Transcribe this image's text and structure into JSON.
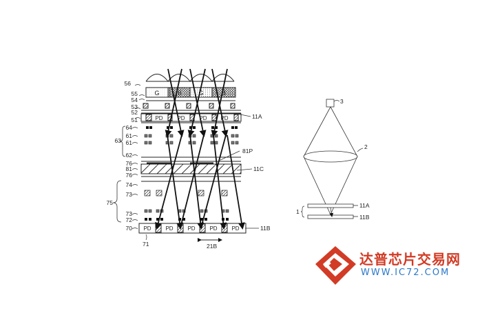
{
  "left_diagram": {
    "labels": {
      "l56": "56",
      "l55": "55",
      "l54": "54",
      "l53": "53",
      "l52": "52",
      "l51": "51",
      "l64": "64",
      "l61a": "61",
      "l61b": "61",
      "l63": "63",
      "l62": "62",
      "l76a": "76",
      "l81": "81",
      "l76b": "76",
      "l74": "74",
      "l73a": "73",
      "l75": "75",
      "l73b": "73",
      "l72": "72",
      "l70": "70",
      "l71": "71",
      "r11A": "11A",
      "r81P": "81P",
      "r11C": "11C",
      "r11B": "11B",
      "b21B": "21B"
    },
    "color_filters": [
      "G",
      "B",
      "G",
      "B"
    ],
    "pd_top": [
      "PD",
      "PD",
      "PD",
      "PD"
    ],
    "pd_bottom": [
      "PD",
      "PD",
      "PD",
      "PD",
      "PD"
    ]
  },
  "right_diagram": {
    "labels": {
      "l3": "3",
      "l2": "2",
      "l1": "1",
      "r11A": "11A",
      "r11B": "11B"
    }
  },
  "watermark": {
    "title": "达普芯片交易网",
    "url": "WWW.IC72.COM",
    "colors": {
      "red": "#d23b25",
      "blue": "#2a78c8"
    }
  }
}
